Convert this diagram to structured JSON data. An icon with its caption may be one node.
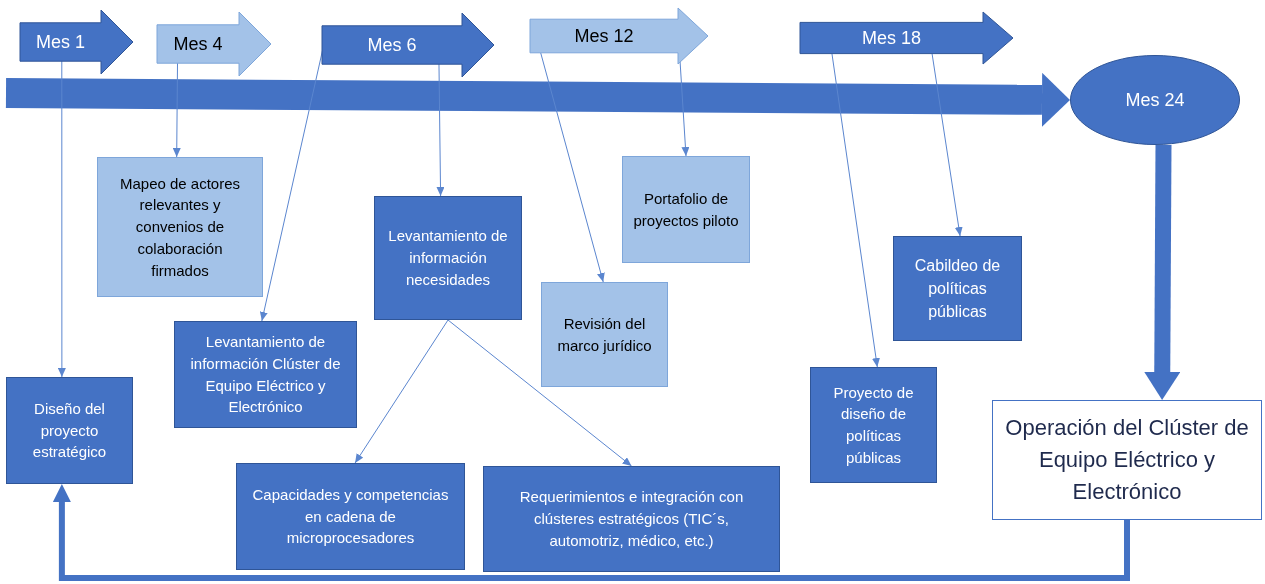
{
  "diagram": {
    "nodes": [
      {
        "text": [
          "Mes 1"
        ]
      },
      {
        "text": [
          "Mes 4"
        ]
      },
      {
        "text": [
          "Mes 6"
        ]
      },
      {
        "text": [
          "Mes 12"
        ]
      },
      {
        "text": [
          "Mes 18"
        ]
      },
      {
        "text": [
          "Mes 24"
        ]
      },
      {
        "text": [
          "Mapeo de actores relevantes y convenios de colaboración firmados"
        ]
      },
      {
        "text": [
          "Levantamiento de información Clúster de Equipo Eléctrico y Electrónico"
        ]
      },
      {
        "text": [
          "Levantamiento de información necesidades"
        ]
      },
      {
        "text": [
          "Capacidades y competencias en cadena de microprocesadores"
        ]
      },
      {
        "text": [
          "Requerimientos e integración con clústeres estratégicos (TIC´s, automotriz, médico, etc.)"
        ]
      },
      {
        "text": [
          "Revisión del marco jurídico"
        ]
      },
      {
        "text": [
          "Portafolio de proyectos piloto"
        ]
      },
      {
        "text": [
          "Proyecto de diseño de políticas públicas"
        ]
      },
      {
        "text": [
          "Cabildeo de políticas públicas"
        ]
      },
      {
        "text": [
          "Diseño del proyecto estratégico"
        ]
      },
      {
        "text": [
          "Operación del Clúster de Equipo Eléctrico y Electrónico"
        ]
      }
    ],
    "edges": [
      {
        "from": null,
        "to": 5,
        "arrow": "to",
        "style": "thick"
      },
      {
        "from": 5,
        "to": 16,
        "arrow": "to",
        "style": "thick"
      },
      {
        "from": 16,
        "to": 15,
        "arrow": "to",
        "style": "thick"
      },
      {
        "from": 0,
        "to": 15,
        "arrow": "to"
      },
      {
        "from": 1,
        "to": 6,
        "arrow": "to"
      },
      {
        "from": 2,
        "to": 7,
        "arrow": "to"
      },
      {
        "from": 2,
        "to": 8,
        "arrow": "to"
      },
      {
        "from": 8,
        "to": 9,
        "arrow": "to"
      },
      {
        "from": 8,
        "to": 10,
        "arrow": "to"
      },
      {
        "from": 3,
        "to": 11,
        "arrow": "to"
      },
      {
        "from": 3,
        "to": 12,
        "arrow": "to"
      },
      {
        "from": 4,
        "to": 13,
        "arrow": "to"
      },
      {
        "from": 4,
        "to": 14,
        "arrow": "to"
      }
    ]
  }
}
